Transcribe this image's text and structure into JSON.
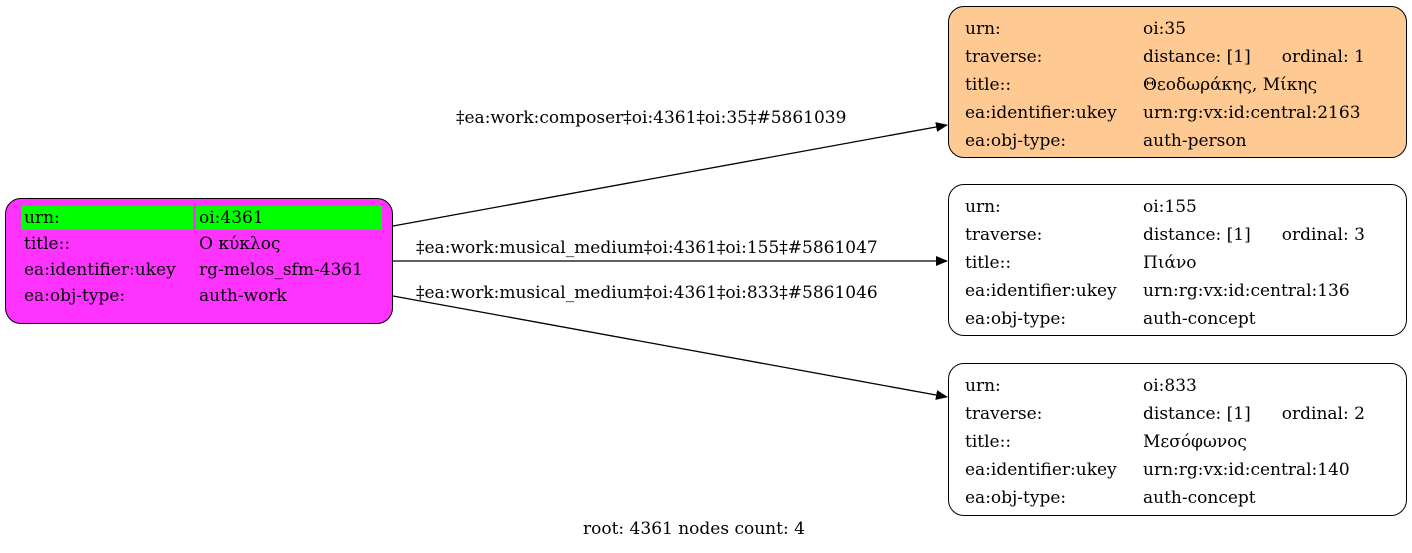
{
  "root_node": {
    "rows": [
      {
        "key": "urn:",
        "value": "oi:4361"
      },
      {
        "key": "title::",
        "value": "Ο κύκλος"
      },
      {
        "key": "ea:identifier:ukey",
        "value": "rg-melos_sfm-4361"
      },
      {
        "key": "ea:obj-type:",
        "value": "auth-work"
      }
    ],
    "fill_color": "#ff33ff",
    "highlight_color": "#00ff00"
  },
  "child_nodes": [
    {
      "urn": "oi:35",
      "distance": "distance: [1]",
      "ordinal": "ordinal: 1",
      "title": "Θεοδωράκης, Μίκης",
      "ukey": "urn:rg:vx:id:central:2163",
      "obj_type": "auth-person",
      "fill_color": "#ffc993"
    },
    {
      "urn": "oi:155",
      "distance": "distance: [1]",
      "ordinal": "ordinal: 3",
      "title": "Πιάνο",
      "ukey": "urn:rg:vx:id:central:136",
      "obj_type": "auth-concept",
      "fill_color": "#ffffff"
    },
    {
      "urn": "oi:833",
      "distance": "distance: [1]",
      "ordinal": "ordinal: 2",
      "title": "Μεσόφωνος",
      "ukey": "urn:rg:vx:id:central:140",
      "obj_type": "auth-concept",
      "fill_color": "#ffffff"
    }
  ],
  "child_keys": {
    "urn": "urn:",
    "traverse": "traverse:",
    "title": "title::",
    "ukey": "ea:identifier:ukey",
    "obj_type": "ea:obj-type:"
  },
  "edges": [
    {
      "label": "‡ea:work:composer‡oi:4361‡oi:35‡#5861039",
      "from": "oi:4361",
      "to": "oi:35"
    },
    {
      "label": "‡ea:work:musical_medium‡oi:4361‡oi:155‡#5861047",
      "from": "oi:4361",
      "to": "oi:155"
    },
    {
      "label": "‡ea:work:musical_medium‡oi:4361‡oi:833‡#5861046",
      "from": "oi:4361",
      "to": "oi:833"
    }
  ],
  "footer": "root: 4361 nodes count: 4"
}
